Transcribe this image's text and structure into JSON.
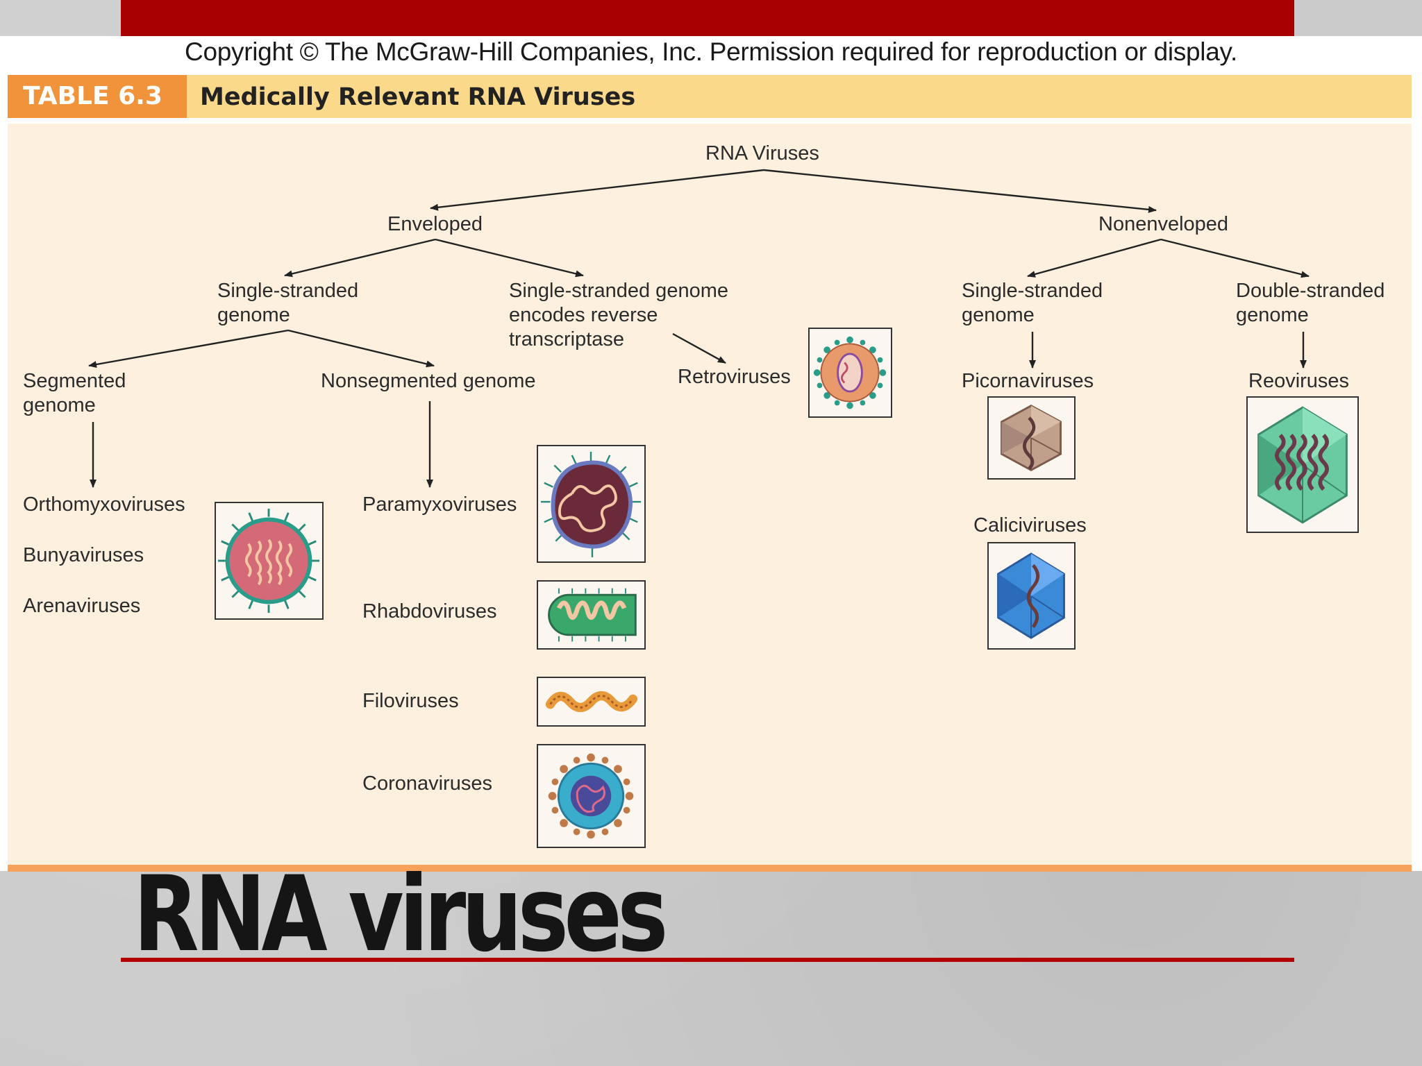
{
  "slide": {
    "copyright": "Copyright © The McGraw-Hill Companies, Inc. Permission required for reproduction or display.",
    "title": "RNA viruses",
    "accent_color": "#a80000"
  },
  "table": {
    "number": "TABLE 6.3",
    "title": "Medically Relevant RNA Viruses",
    "tag_color": "#f0933a",
    "header_color": "#fbd98a",
    "panel_color": "#fdf0de"
  },
  "tree": {
    "root": "RNA Viruses",
    "enveloped": "Enveloped",
    "nonenveloped": "Nonenveloped",
    "env_single_stranded": "Single-stranded\ngenome",
    "env_reverse_transcriptase": "Single-stranded genome\nencodes reverse\ntranscriptase",
    "segmented": "Segmented\ngenome",
    "nonsegmented": "Nonsegmented genome",
    "retroviruses": "Retroviruses",
    "nonenv_single_stranded": "Single-stranded\ngenome",
    "double_stranded": "Double-stranded\ngenome",
    "picornaviruses": "Picornaviruses",
    "reoviruses": "Reoviruses",
    "caliciviruses": "Caliciviruses",
    "segmented_families": [
      "Orthomyxoviruses",
      "Bunyaviruses",
      "Arenaviruses"
    ],
    "nonsegmented_families": [
      "Paramyxoviruses",
      "Rhabdoviruses",
      "Filoviruses",
      "Coronaviruses"
    ]
  },
  "illustrations": [
    {
      "name": "segmented-virus-illustration",
      "icon": "spiked-sphere-icon"
    },
    {
      "name": "retrovirus-illustration",
      "icon": "spiked-capsid-icon"
    },
    {
      "name": "paramyxovirus-illustration",
      "icon": "pleomorphic-virus-icon"
    },
    {
      "name": "rhabdovirus-illustration",
      "icon": "bullet-virus-icon"
    },
    {
      "name": "filovirus-illustration",
      "icon": "filament-virus-icon"
    },
    {
      "name": "coronavirus-illustration",
      "icon": "crowned-sphere-icon"
    },
    {
      "name": "picornavirus-illustration",
      "icon": "small-icosahedron-icon"
    },
    {
      "name": "calicivirus-illustration",
      "icon": "blue-icosahedron-icon"
    },
    {
      "name": "reovirus-illustration",
      "icon": "green-icosahedron-icon"
    }
  ]
}
